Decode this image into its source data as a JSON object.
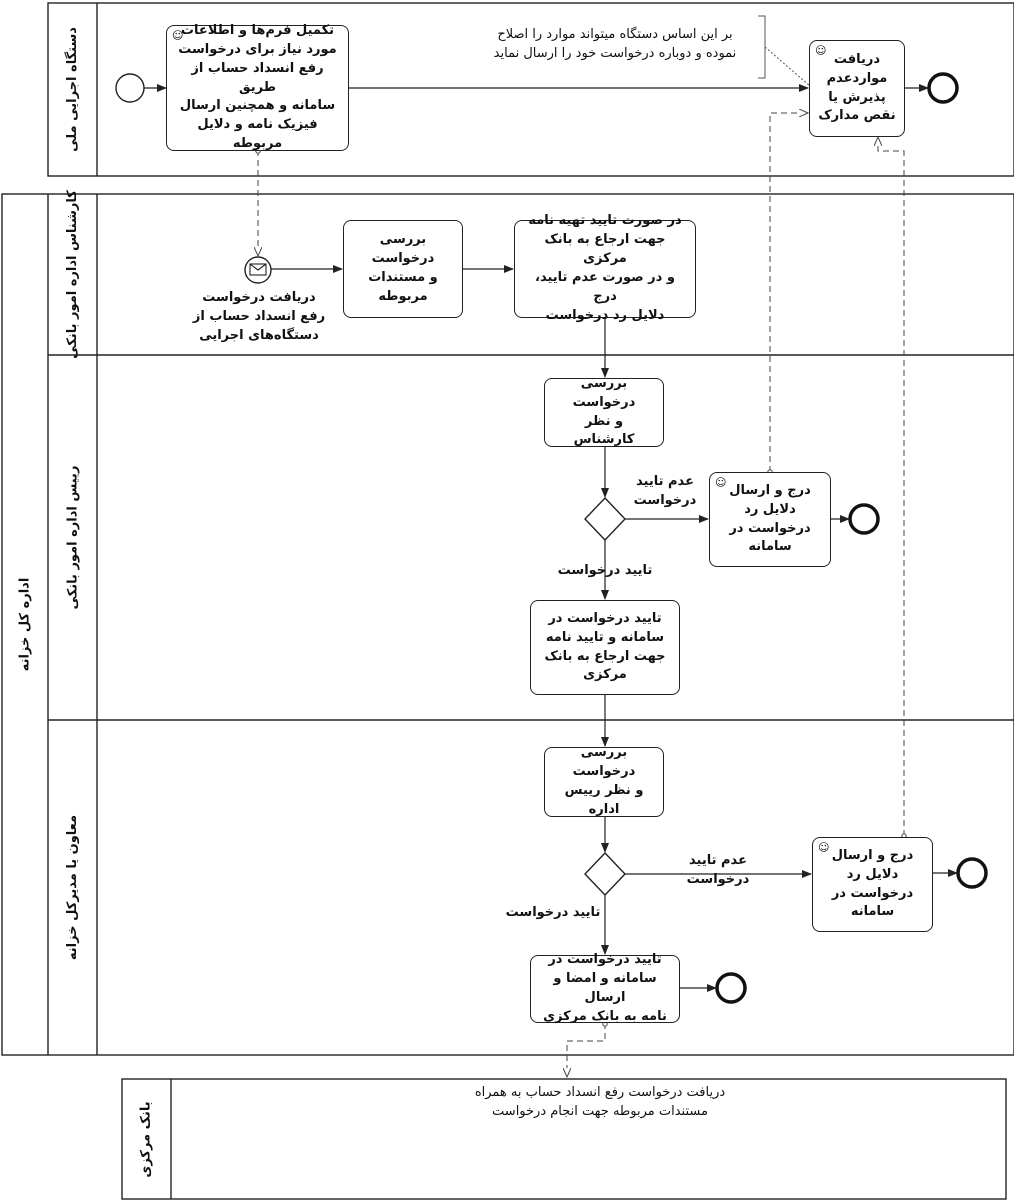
{
  "pools": {
    "executive": "دستگاه اجرایی ملی",
    "treasury": "اداره کل خزانه",
    "central_bank": "بانک مرکزی"
  },
  "lanes": {
    "expert": "کارشناس اداره امور بانکی",
    "head": "رییس اداره امور بانکی",
    "director": "معاون یا مدیرکل خزانه"
  },
  "tasks": {
    "fill_forms": "تکمیل فرم‌ها و اطلاعات\nمورد نیاز برای درخواست\nرفع انسداد حساب از طریق\nسامانه و همچنین ارسال\nفیزیک نامه و دلایل مربوطه",
    "receive_reject": "دریافت\nمواردعدم\nپذیرش یا\nنقص مدارک",
    "review_docs": "بررسی درخواست\nو مستندات\nمربوطه",
    "prepare_letter": "در صورت تایید تهیه نامه\nجهت ارجاع به بانک مرکزی\nو در صورت عدم تایید، درج\nدلایل رد درخواست",
    "head_review": "بررسی درخواست\nو نظر کارشناس",
    "head_reject": "درج و ارسال\nدلایل رد\nدرخواست در\nسامانه",
    "head_approve": "تایید درخواست در\nسامانه و تایید نامه\nجهت ارجاع به بانک\nمرکزی",
    "director_review": "بررسی درخواست\nو نظر رییس اداره",
    "director_reject": "درج و ارسال\nدلایل رد\nدرخواست در\nسامانه",
    "director_approve": "تایید درخواست در\nسامانه و امضا و ارسال\nنامه به بانک مرکزی"
  },
  "labels": {
    "annotation": "بر این اساس دستگاه میتواند موارد را اصلاح\nنموده و دوباره درخواست خود را ارسال نماید",
    "message_event": "دریافت درخواست\nرفع انسداد حساب از\nدستگاه‌های اجرایی",
    "head_not_approved": "عدم تایید\nدرخواست",
    "head_approved": "تایید درخواست",
    "director_not_approved": "عدم تایید\nدرخواست",
    "director_approved": "تایید درخواست",
    "central_bank_note": "دریافت درخواست رفع انسداد حساب به همراه\nمستندات مربوطه جهت انجام درخواست"
  },
  "icons": {
    "user_task": "user-icon",
    "message": "envelope-icon"
  }
}
